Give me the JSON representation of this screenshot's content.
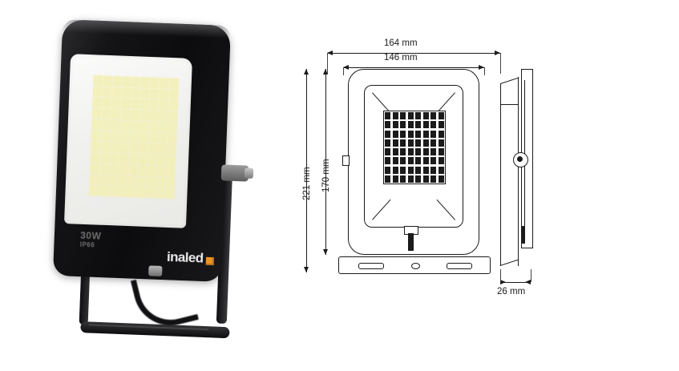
{
  "scene": {
    "background_color": "#ffffff",
    "subject": "LED floodlight product photo with technical dimension drawings"
  },
  "product_photo": {
    "name": "led-floodlight-photo",
    "housing_color": "#111113",
    "lens_color": "#f3f3f1",
    "led_chip_color": "#f3f0b9",
    "markings": {
      "wattage": "30W",
      "ingress_protection": "IP66"
    },
    "brand": {
      "name": "inaled",
      "logo_color": "#e8932a",
      "logo_shape": "square"
    },
    "parts": [
      "housing",
      "diffuser-lens",
      "led-array",
      "mounting-knob",
      "u-bracket",
      "cable-gland",
      "power-cable"
    ]
  },
  "front_view": {
    "name": "front-view-drawing",
    "line_color": "#1b1b1b",
    "led_grid": {
      "columns": 8,
      "rows": 8
    },
    "base_plate": {
      "slots": 2,
      "center_hole": 1
    },
    "dimensions": {
      "outer_width": "164 mm",
      "inner_width": "146 mm",
      "overall_height": "221 mm",
      "body_height": "170 mm"
    }
  },
  "side_view": {
    "name": "side-view-drawing",
    "line_color": "#1b1b1b",
    "dimensions": {
      "depth": "26 mm"
    },
    "parts": [
      "rear-plate",
      "mounting-arm",
      "pivot-knob",
      "cable-outlet"
    ]
  },
  "dimension_labels": {
    "d164": "164 mm",
    "d146": "146 mm",
    "d221": "221 mm",
    "d170": "170 mm",
    "d26": "26 mm"
  }
}
